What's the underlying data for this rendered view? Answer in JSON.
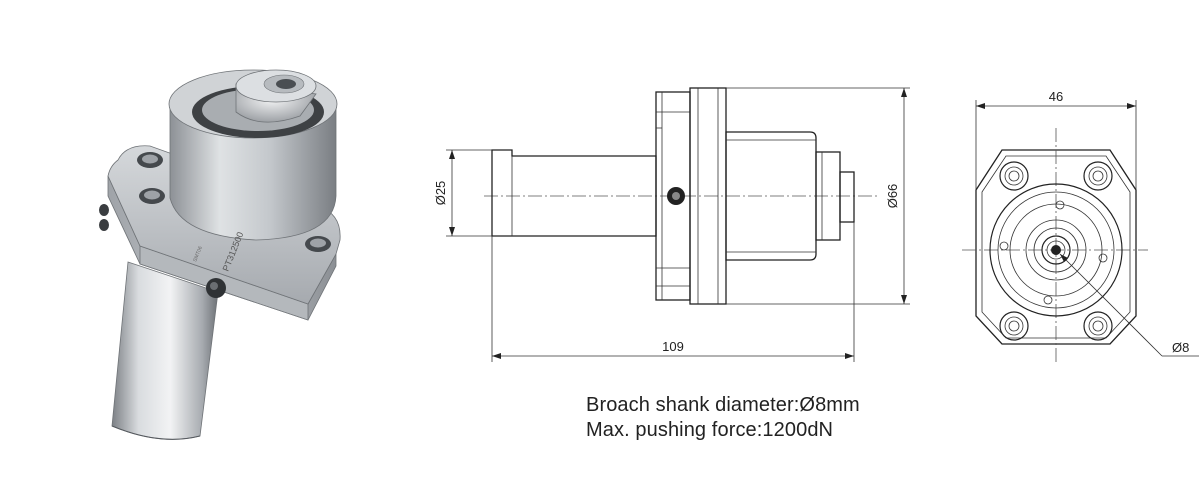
{
  "product": {
    "engraving": "PT312500",
    "small_marking": "SMT06"
  },
  "dimensions": {
    "shank_diameter": "Ø25",
    "flange_diameter": "Ø66",
    "overall_length": "109",
    "flange_width": "46",
    "broach_diameter": "Ø8"
  },
  "specs": {
    "line1": "Broach shank diameter:Ø8mm",
    "line2": "Max. pushing force:1200dN"
  },
  "colors": {
    "line": "#222222",
    "metal_light": "#e6e8ea",
    "metal_mid": "#b9bdc1",
    "metal_dark": "#6f7377"
  }
}
